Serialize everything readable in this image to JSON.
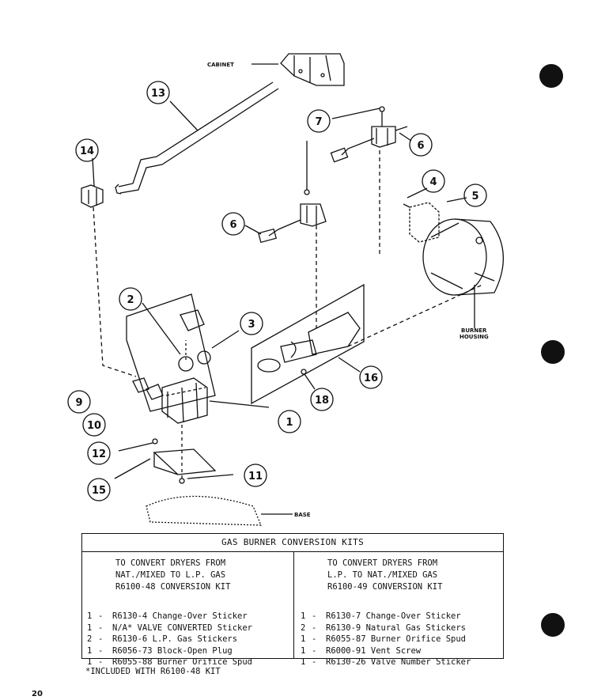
{
  "diagram": {
    "labels": {
      "cabinet": "CABINET",
      "burner_housing_line1": "BURNER",
      "burner_housing_line2": "HOUSING",
      "base": "BASE"
    },
    "callouts": [
      "1",
      "2",
      "3",
      "4",
      "5",
      "6",
      "6",
      "7",
      "9",
      "10",
      "11",
      "12",
      "13",
      "14",
      "15",
      "16",
      "18"
    ]
  },
  "kits_table": {
    "title": "GAS BURNER CONVERSION KITS",
    "left": {
      "header": [
        "TO CONVERT DRYERS FROM",
        "NAT./MIXED TO L.P. GAS",
        "R6100-48 CONVERSION KIT"
      ],
      "items": [
        {
          "qty": "1",
          "text": "R6130-4 Change-Over Sticker"
        },
        {
          "qty": "1",
          "text": "N/A* VALVE CONVERTED Sticker"
        },
        {
          "qty": "2",
          "text": "R6130-6 L.P. Gas Stickers"
        },
        {
          "qty": "1",
          "text": "R6056-73 Block-Open Plug"
        },
        {
          "qty": "1",
          "text": "R6055-88 Burner Orifice Spud"
        }
      ]
    },
    "right": {
      "header": [
        "TO CONVERT DRYERS FROM",
        "L.P. TO NAT./MIXED GAS",
        "R6100-49 CONVERSION KIT"
      ],
      "items": [
        {
          "qty": "1",
          "text": "R6130-7 Change-Over Sticker"
        },
        {
          "qty": "2",
          "text": "R6130-9 Natural Gas Stickers"
        },
        {
          "qty": "1",
          "text": "R6055-87 Burner Orifice Spud"
        },
        {
          "qty": "1",
          "text": "R6000-91 Vent Screw"
        },
        {
          "qty": "1",
          "text": "R6130-26 Valve Number Sticker"
        }
      ]
    }
  },
  "footnote": "*INCLUDED WITH R6100-48 KIT",
  "page_number": "20"
}
